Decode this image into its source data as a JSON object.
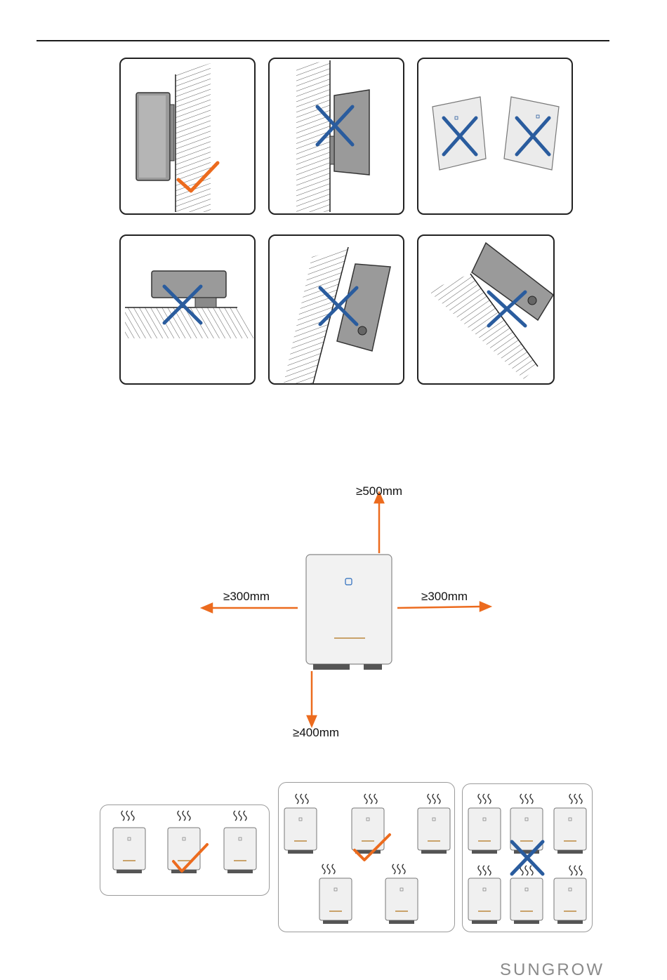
{
  "clearance": {
    "top": "≥500mm",
    "left": "≥300mm",
    "right": "≥300mm",
    "bottom": "≥400mm"
  },
  "inverter_brand": "SUNGROW",
  "footer_logo": "SUNGROW",
  "colors": {
    "check": "#ec6b1e",
    "cross": "#2a5c9e",
    "arrow": "#ec6b1e",
    "device_gray": "#9a9a9a",
    "device_light": "#ebebeb"
  },
  "icons": [
    "check-mark-icon",
    "cross-mark-icon",
    "heat-waves-icon",
    "led-indicator-icon"
  ]
}
